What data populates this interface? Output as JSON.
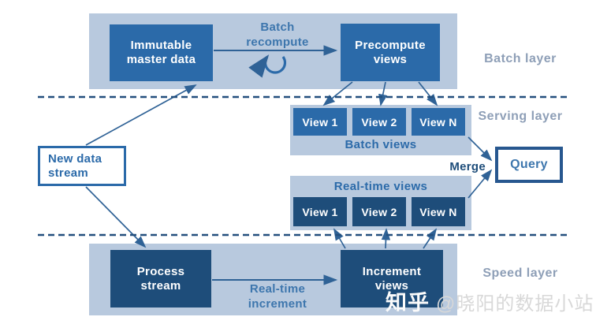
{
  "diagram": {
    "new_data_stream": {
      "line1": "New data",
      "line2": "stream"
    },
    "batch_layer": {
      "label": "Batch layer",
      "immutable_box": {
        "line1": "Immutable",
        "line2": "master data"
      },
      "recompute_label": {
        "line1": "Batch",
        "line2": "recompute"
      },
      "precompute_box": {
        "line1": "Precompute",
        "line2": "views"
      }
    },
    "serving_layer": {
      "label": "Serving layer",
      "batch_views": {
        "title": "Batch views",
        "items": [
          "View 1",
          "View 2",
          "View N"
        ]
      },
      "realtime_views": {
        "title": "Real-time views",
        "items": [
          "View 1",
          "View 2",
          "View N"
        ]
      },
      "merge_label": "Merge",
      "query_box": "Query"
    },
    "speed_layer": {
      "label": "Speed layer",
      "process_box": {
        "line1": "Process",
        "line2": "stream"
      },
      "increment_label": {
        "line1": "Real-time",
        "line2": "increment"
      },
      "increment_box": {
        "line1": "Increment",
        "line2": "views"
      }
    }
  },
  "watermark": {
    "brand": "知乎",
    "handle": "@晓阳的数据小站"
  },
  "colors": {
    "layer_background": "#b8c9de",
    "medium_blue_box": "#2b6aa9",
    "navy_box": "#1e4d7a",
    "arrow": "#2f6296",
    "dashed_separator": "#234f7d",
    "layer_label_text": "#8e9fb7",
    "hint_text": "#3d76ad"
  }
}
